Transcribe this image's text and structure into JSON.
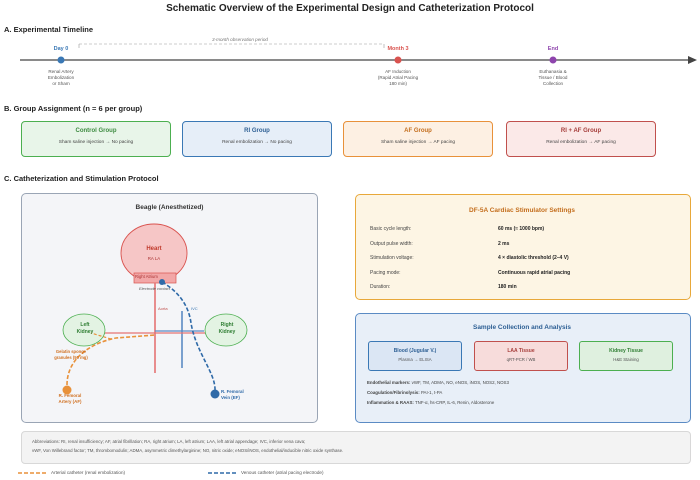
{
  "title": "Schematic Overview of the Experimental Design and Catheterization Protocol",
  "timeline": {
    "section": "A. Experimental Timeline",
    "observation": "3-month observation period",
    "points": [
      {
        "label": "Day 0",
        "desc": [
          "Renal Artery",
          "Embolization",
          "or Sham"
        ],
        "color": "#3a78b5"
      },
      {
        "label": "Month 3",
        "desc": [
          "AF Induction",
          "(Rapid Atrial Pacing",
          "180 min)"
        ],
        "color": "#d9534f"
      },
      {
        "label": "End",
        "desc": [
          "Euthanasia &",
          "Tissue / Blood",
          "Collection"
        ],
        "color": "#8e44ad"
      }
    ]
  },
  "groups": {
    "section": "B. Group Assignment (n = 6 per group)",
    "items": [
      {
        "name": "Control Group",
        "desc": "Sham saline injection → No pacing",
        "color": "#4caf50",
        "fill": "#e8f5e9"
      },
      {
        "name": "RI Group",
        "desc": "Renal embolization → No pacing",
        "color": "#3a78b5",
        "fill": "#e6eef8"
      },
      {
        "name": "AF Group",
        "desc": "Sham saline injection → AF pacing",
        "color": "#e8913a",
        "fill": "#fdf0e3"
      },
      {
        "name": "RI + AF Group",
        "desc": "Renal embolization → AF pacing",
        "color": "#c0504d",
        "fill": "#fbe9e8"
      }
    ]
  },
  "protocol": {
    "section": "C. Catheterization and Stimulation Protocol",
    "beagle": {
      "title": "Beagle (Anesthetized)",
      "heart": "Heart",
      "heart_sub": "RA LA",
      "right_atrium": "Right Atrium",
      "electrode": "Electrode contact",
      "aorta": "Aorta",
      "ivc": "IVC",
      "left_kidney": [
        "Left",
        "Kidney"
      ],
      "right_kidney": [
        "Right",
        "Kidney"
      ],
      "gelatin": [
        "Gelatin sponge",
        "granules (50 mg)"
      ],
      "femoral_artery": [
        "R. Femoral",
        "Artery (AF)"
      ],
      "femoral_vein": [
        "R. Femoral",
        "Vein (EF)"
      ]
    },
    "stimulator": {
      "title": "DF-5A Cardiac Stimulator Settings",
      "rows": [
        {
          "k": "Basic cycle length:",
          "v": "60 ms (≈ 1000 bpm)"
        },
        {
          "k": "Output pulse width:",
          "v": "2 ms"
        },
        {
          "k": "Stimulation voltage:",
          "v": "4 × diastolic threshold (2–4 V)"
        },
        {
          "k": "Pacing mode:",
          "v": "Continuous rapid atrial pacing"
        },
        {
          "k": "Duration:",
          "v": "180 min"
        }
      ]
    },
    "samples": {
      "title": "Sample Collection and Analysis",
      "boxes": [
        {
          "name": "Blood (Jugular V.)",
          "sub": "Plasma → ELISA",
          "color": "#3a78b5",
          "fill": "#dbe6f4"
        },
        {
          "name": "LAA Tissue",
          "sub": "qRT-PCR / WB",
          "color": "#c0504d",
          "fill": "#f7dcdb"
        },
        {
          "name": "Kidney Tissue",
          "sub": "H&E Staining",
          "color": "#4caf50",
          "fill": "#dff0df"
        }
      ],
      "markers": [
        {
          "k": "Endothelial markers:",
          "v": "vWF, TM, ADMA, NO, eNOS, iNOS, NOS2, NOS3"
        },
        {
          "k": "Coagulation/Fibrinolysis:",
          "v": "PAI-1, t-PA"
        },
        {
          "k": "Inflammation & RAAS:",
          "v": "TNF-α, hs-CRP, IL-6, Renin, Aldosterone"
        }
      ]
    }
  },
  "abbreviations": {
    "lines": [
      "Abbreviations: RI, renal insufficiency; AF, atrial fibrillation; RA, right atrium; LA, left atrium; LAA, left atrial appendage; IVC, inferior vena cava;",
      "vWF, Von Willebrand factor; TM, thrombomodulin; ADMA, asymmetric dimethylarginine; NO, nitric oxide; eNOS/iNOS, endothelial/inducible nitric oxide synthase."
    ]
  },
  "legend": {
    "arterial": "Arterial catheter (renal embolization)",
    "venous": "Venous catheter (atrial pacing electrode)"
  }
}
